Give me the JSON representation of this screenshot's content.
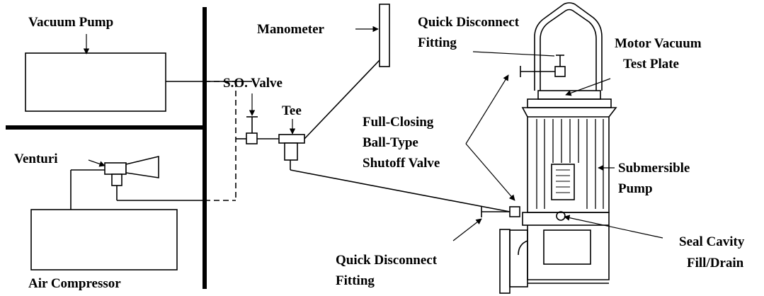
{
  "labels": {
    "vacuum_pump": "Vacuum Pump",
    "manometer": "Manometer",
    "quick_disconnect_top_1": "Quick Disconnect",
    "quick_disconnect_top_2": "Fitting",
    "motor_vacuum_1": "Motor Vacuum",
    "motor_vacuum_2": "Test Plate",
    "so_valve": "S.O. Valve",
    "tee": "Tee",
    "full_closing_1": "Full-Closing",
    "full_closing_2": "Ball-Type",
    "full_closing_3": "Shutoff Valve",
    "venturi": "Venturi",
    "submersible_1": "Submersible",
    "submersible_2": "Pump",
    "seal_cavity_1": "Seal Cavity",
    "seal_cavity_2": "Fill/Drain",
    "quick_disconnect_bottom_1": "Quick Disconnect",
    "quick_disconnect_bottom_2": "Fitting",
    "air_compressor": "Air Compressor"
  }
}
